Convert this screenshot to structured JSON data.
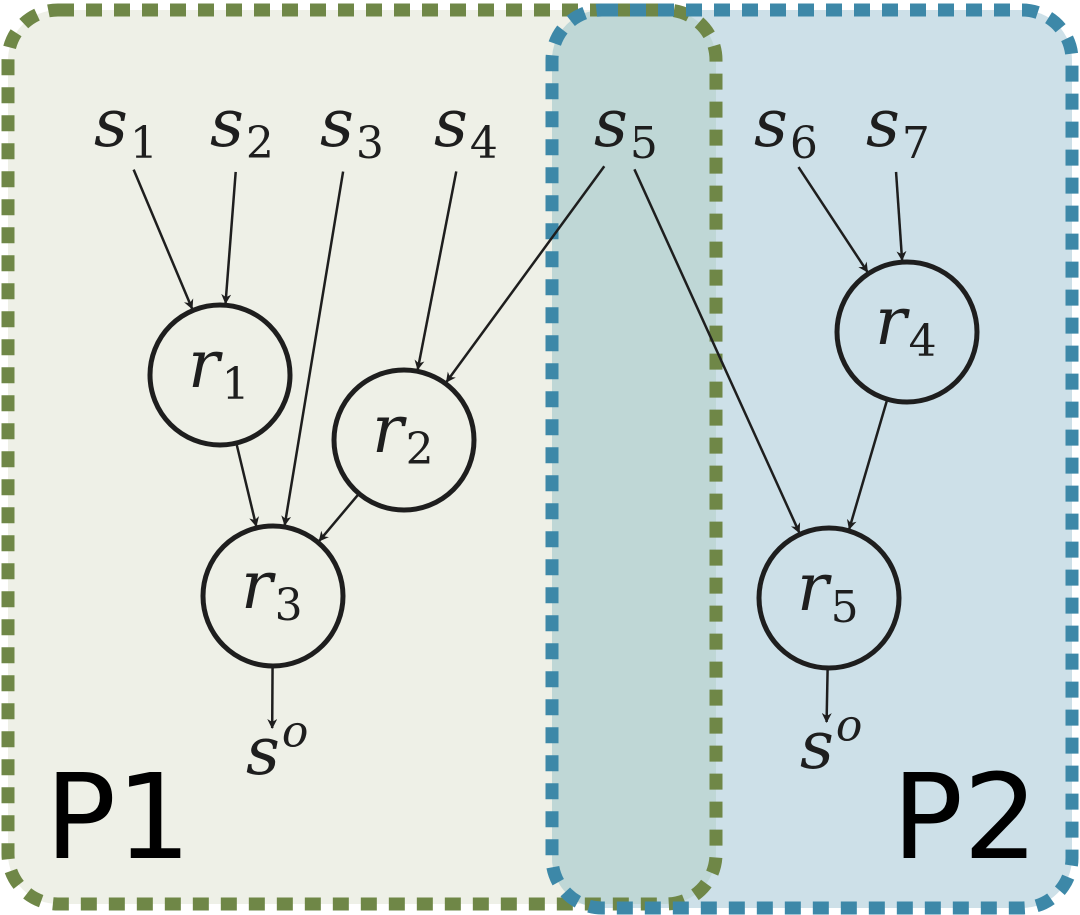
{
  "colors": {
    "p1_fill": "#eef0e7",
    "p1_border": "#6f8747",
    "p2_fill": "#cde0e8",
    "p2_border": "#3d88a8",
    "overlap_fill": "#bfd7d6",
    "node_stroke": "#1e1e1e",
    "edge": "#1e1e1e"
  },
  "partitions": [
    {
      "id": "p1",
      "label": "P1"
    },
    {
      "id": "p2",
      "label": "P2"
    }
  ],
  "sources": [
    {
      "id": "s1",
      "base": "s",
      "sub": "1"
    },
    {
      "id": "s2",
      "base": "s",
      "sub": "2"
    },
    {
      "id": "s3",
      "base": "s",
      "sub": "3"
    },
    {
      "id": "s4",
      "base": "s",
      "sub": "4"
    },
    {
      "id": "s5",
      "base": "s",
      "sub": "5"
    },
    {
      "id": "s6",
      "base": "s",
      "sub": "6"
    },
    {
      "id": "s7",
      "base": "s",
      "sub": "7"
    }
  ],
  "reactions": [
    {
      "id": "r1",
      "base": "r",
      "sub": "1"
    },
    {
      "id": "r2",
      "base": "r",
      "sub": "2"
    },
    {
      "id": "r3",
      "base": "r",
      "sub": "3"
    },
    {
      "id": "r4",
      "base": "r",
      "sub": "4"
    },
    {
      "id": "r5",
      "base": "r",
      "sub": "5"
    }
  ],
  "outputs": [
    {
      "id": "so1",
      "base": "s",
      "sup": "o"
    },
    {
      "id": "so2",
      "base": "s",
      "sup": "o"
    }
  ],
  "edges": [
    {
      "from": "s1",
      "to": "r1"
    },
    {
      "from": "s2",
      "to": "r1"
    },
    {
      "from": "s3",
      "to": "r3"
    },
    {
      "from": "s4",
      "to": "r2"
    },
    {
      "from": "s5",
      "to": "r2"
    },
    {
      "from": "s5",
      "to": "r5"
    },
    {
      "from": "s6",
      "to": "r4"
    },
    {
      "from": "s7",
      "to": "r4"
    },
    {
      "from": "r1",
      "to": "r3"
    },
    {
      "from": "r2",
      "to": "r3"
    },
    {
      "from": "r4",
      "to": "r5"
    },
    {
      "from": "r3",
      "to": "so1"
    },
    {
      "from": "r5",
      "to": "so2"
    }
  ]
}
